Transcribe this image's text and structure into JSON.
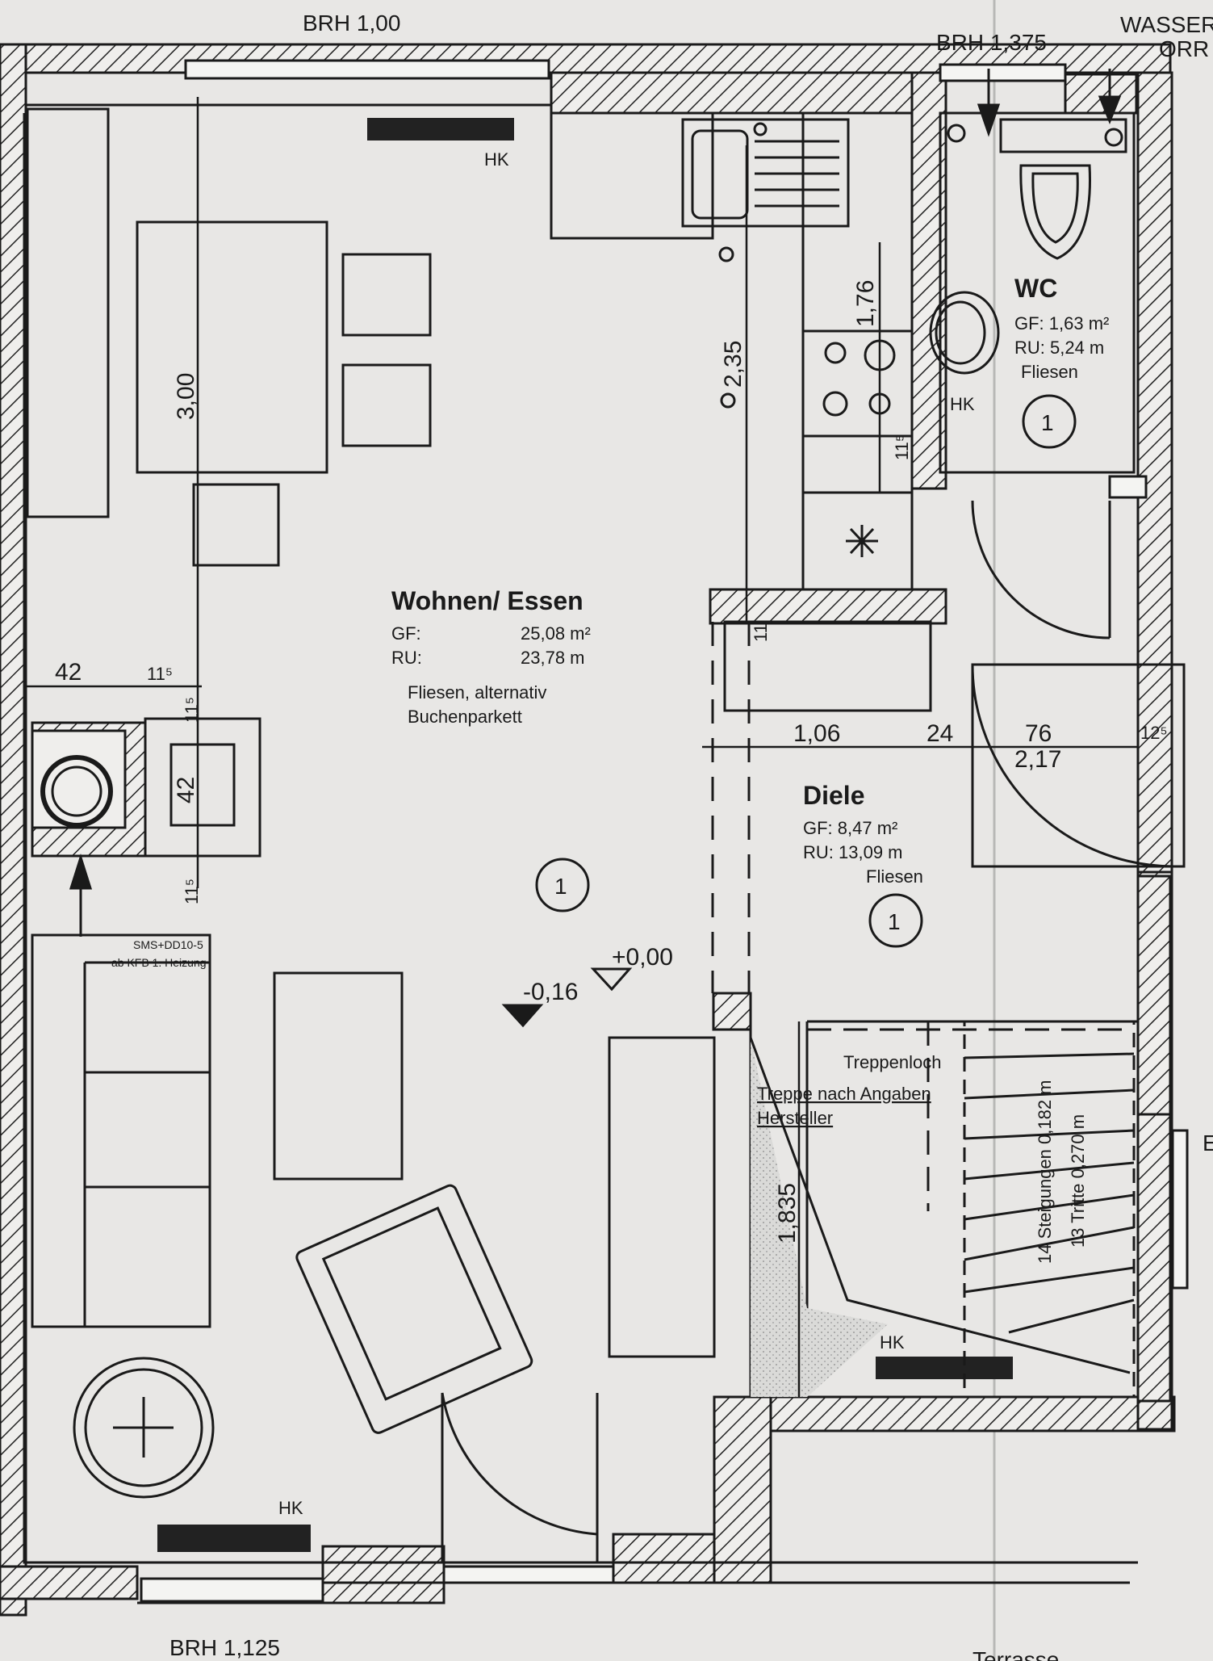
{
  "brh": {
    "top": "BRH 1,00",
    "topright": "BRH 1,375",
    "bottom": "BRH 1,125",
    "wasser": "WASSER",
    "rr": "ORR"
  },
  "rooms": {
    "wohnen": {
      "title": "Wohnen/ Essen",
      "gf_label": "GF:",
      "gf_value": "25,08 m²",
      "ru_label": "RU:",
      "ru_value": "23,78 m",
      "floor1": "Fliesen, alternativ",
      "floor2": "Buchenparkett",
      "number": "1"
    },
    "wc": {
      "title": "WC",
      "gf": "GF: 1,63 m²",
      "ru": "RU: 5,24 m",
      "floor": "Fliesen",
      "number": "1"
    },
    "diele": {
      "title": "Diele",
      "gf": "GF:  8,47 m²",
      "ru": "RU: 13,09 m",
      "floor": "Fliesen",
      "number": "1"
    }
  },
  "hk": {
    "top": "HK",
    "wc": "HK",
    "diele": "HK",
    "bottom": "HK"
  },
  "dims": {
    "d300": "3,00",
    "d235": "2,35",
    "d176": "1,76",
    "d115a": "11⁵",
    "d115b": "11⁵",
    "d115c": "11⁵",
    "d115d": "11⁵",
    "d42a": "42",
    "d42b": "42",
    "d106": "1,06",
    "d24": "24",
    "d76": "76",
    "d217": "2,17",
    "d125": "12⁵",
    "d1835": "1,835",
    "d11": "11",
    "level0": "+0,00",
    "level016": "-0,16"
  },
  "stairs": {
    "treppenloch": "Treppenloch",
    "line1": "Treppe nach Angaben",
    "line2": "Hersteller",
    "steig": "14 Steigungen 0,182 m",
    "tritte": "13 Tritte 0,270 m"
  },
  "notes": {
    "sms1": "SMS+DD10-5",
    "sms2": "ab KFB 1. Heizung",
    "terrasse": "Terrasse",
    "edge": "E"
  }
}
